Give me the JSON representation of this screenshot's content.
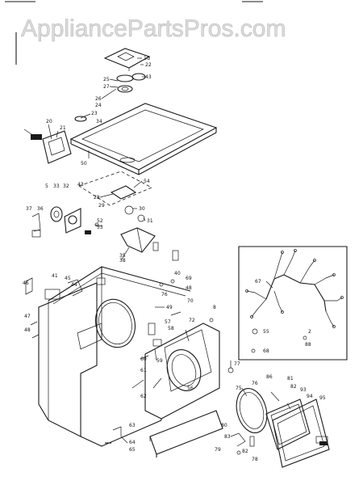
{
  "watermark": "AppliancePartsPros.com",
  "callouts": [
    {
      "id": "c10",
      "text": "10"
    },
    {
      "id": "c22",
      "text": "22"
    },
    {
      "id": "c43a",
      "text": "43"
    },
    {
      "id": "c25",
      "text": "25"
    },
    {
      "id": "c27",
      "text": "27"
    },
    {
      "id": "c26",
      "text": "26"
    },
    {
      "id": "c24",
      "text": "24"
    },
    {
      "id": "c23",
      "text": "23"
    },
    {
      "id": "c20",
      "text": "20"
    },
    {
      "id": "c21",
      "text": "21"
    },
    {
      "id": "c34",
      "text": "34"
    },
    {
      "id": "c50",
      "text": "50"
    },
    {
      "id": "c54",
      "text": "54"
    },
    {
      "id": "c33",
      "text": "33"
    },
    {
      "id": "c32",
      "text": "32"
    },
    {
      "id": "c5a",
      "text": "5"
    },
    {
      "id": "c43b",
      "text": "43"
    },
    {
      "id": "c28",
      "text": "28"
    },
    {
      "id": "c29",
      "text": "29"
    },
    {
      "id": "c30",
      "text": "30"
    },
    {
      "id": "c31",
      "text": "31"
    },
    {
      "id": "c37",
      "text": "37"
    },
    {
      "id": "c36",
      "text": "36"
    },
    {
      "id": "c52",
      "text": "52"
    },
    {
      "id": "c53",
      "text": "53"
    },
    {
      "id": "c38",
      "text": "38"
    },
    {
      "id": "c41",
      "text": "41"
    },
    {
      "id": "c46",
      "text": "46"
    },
    {
      "id": "c47",
      "text": "47"
    },
    {
      "id": "c48a",
      "text": "48"
    },
    {
      "id": "c45",
      "text": "45"
    },
    {
      "id": "c44",
      "text": "44"
    },
    {
      "id": "c76a",
      "text": "76"
    },
    {
      "id": "c69",
      "text": "69"
    },
    {
      "id": "c70",
      "text": "70"
    },
    {
      "id": "c8",
      "text": "8"
    },
    {
      "id": "c72",
      "text": "72"
    },
    {
      "id": "c40",
      "text": "40"
    },
    {
      "id": "c48b",
      "text": "48"
    },
    {
      "id": "c35",
      "text": "35"
    },
    {
      "id": "c49",
      "text": "49"
    },
    {
      "id": "c57",
      "text": "57"
    },
    {
      "id": "c58",
      "text": "58"
    },
    {
      "id": "c60",
      "text": "60"
    },
    {
      "id": "c61",
      "text": "61"
    },
    {
      "id": "c62",
      "text": "62"
    },
    {
      "id": "c59",
      "text": "59"
    },
    {
      "id": "c56",
      "text": "56"
    },
    {
      "id": "c77",
      "text": "77"
    },
    {
      "id": "c63",
      "text": "63"
    },
    {
      "id": "c64",
      "text": "64"
    },
    {
      "id": "c65",
      "text": "65"
    },
    {
      "id": "c75",
      "text": "75"
    },
    {
      "id": "c78",
      "text": "78"
    },
    {
      "id": "c80",
      "text": "80"
    },
    {
      "id": "c83",
      "text": "83"
    },
    {
      "id": "c86",
      "text": "86"
    },
    {
      "id": "c81",
      "text": "81"
    },
    {
      "id": "c82a",
      "text": "82"
    },
    {
      "id": "c93",
      "text": "93"
    },
    {
      "id": "c94",
      "text": "94"
    },
    {
      "id": "c95",
      "text": "95"
    },
    {
      "id": "c79",
      "text": "79"
    },
    {
      "id": "c82b",
      "text": "82"
    },
    {
      "id": "c76b",
      "text": "76"
    },
    {
      "id": "c67",
      "text": "67"
    },
    {
      "id": "c55",
      "text": "55"
    },
    {
      "id": "c68",
      "text": "68"
    },
    {
      "id": "c2",
      "text": "2"
    },
    {
      "id": "c88",
      "text": "88"
    }
  ]
}
